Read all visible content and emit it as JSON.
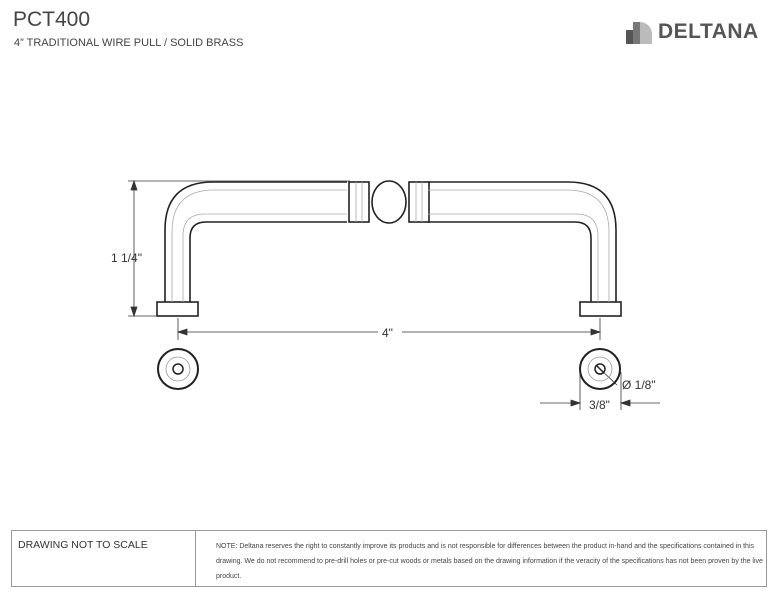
{
  "header": {
    "title": "PCT400",
    "subtitle": "4” TRADITIONAL WIRE PULL / SOLID BRASS"
  },
  "logo": {
    "text": "DELTANA"
  },
  "dimensions": {
    "height": "1 1/4\"",
    "length": "4\"",
    "hole": "Ø 1/8\"",
    "base": "3/8\""
  },
  "footer": {
    "scale_note": "DRAWING NOT TO SCALE",
    "disclaimer": "NOTE: Deltana reserves the right to constantly improve its products and is not responsible for differences between the product in-hand and the specifications contained in this drawing. We do not recommend to pre-drill holes or pre-cut woods or metals based on the drawing information if the veracity of the specifications has not been proven by the live product."
  }
}
